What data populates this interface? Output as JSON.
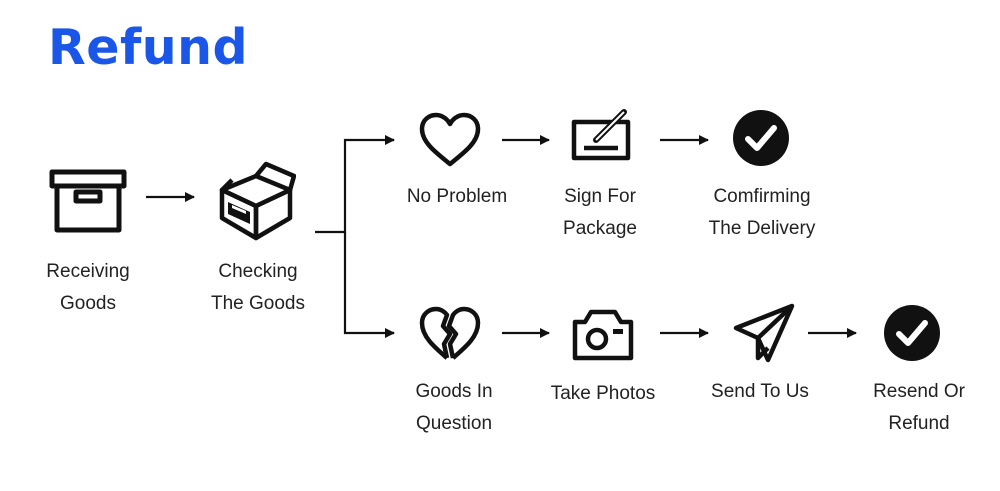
{
  "title": "Refund",
  "colors": {
    "title": "#1a56e8",
    "ink": "#111111"
  },
  "steps": {
    "receiving": {
      "icon": "box-icon",
      "line1": "Receiving",
      "line2": "Goods"
    },
    "checking": {
      "icon": "open-box-icon",
      "line1": "Checking",
      "line2": "The Goods"
    },
    "no_problem": {
      "icon": "heart-icon",
      "line1": "No Problem"
    },
    "sign": {
      "icon": "signature-icon",
      "line1": "Sign For",
      "line2": "Package"
    },
    "confirm": {
      "icon": "check-circle-icon",
      "line1": "Comfirming",
      "line2": "The Delivery"
    },
    "question": {
      "icon": "broken-heart-icon",
      "line1": "Goods In",
      "line2": "Question"
    },
    "photos": {
      "icon": "camera-icon",
      "line1": "Take Photos"
    },
    "send": {
      "icon": "paper-plane-icon",
      "line1": "Send To Us"
    },
    "resend": {
      "icon": "check-circle-icon",
      "line1": "Resend Or",
      "line2": "Refund"
    }
  }
}
